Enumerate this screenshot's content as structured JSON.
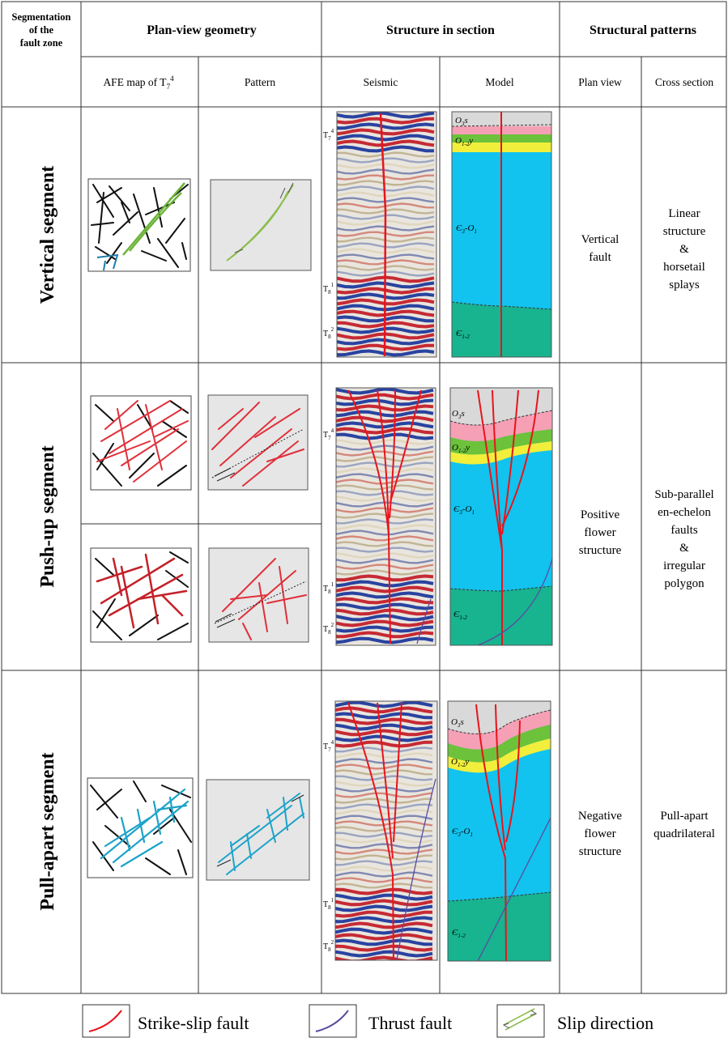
{
  "header": {
    "segmentation": [
      "Segmentation",
      "of the",
      "fault zone"
    ],
    "plan_view_geometry": "Plan-view geometry",
    "structure_in_section": "Structure in section",
    "structural_patterns": "Structural patterns",
    "afe_map_prefix": "AFE map of T",
    "afe_map_sub": "7",
    "afe_map_sup": "4",
    "pattern": "Pattern",
    "seismic": "Seismic",
    "model": "Model",
    "plan_view": "Plan view",
    "cross_section": "Cross section"
  },
  "segments": [
    {
      "name": "Vertical segment",
      "plan_view": [
        "Vertical",
        "fault"
      ],
      "cross_section": [
        "Linear",
        "structure",
        "&",
        "horsetail",
        "splays"
      ]
    },
    {
      "name": "Push-up segment",
      "plan_view": [
        "Positive",
        "flower",
        "structure"
      ],
      "cross_section": [
        "Sub-parallel",
        "en-echelon",
        "faults",
        "&",
        "irregular",
        "polygon"
      ]
    },
    {
      "name": "Pull-apart segment",
      "plan_view": [
        "Negative",
        "flower",
        "structure"
      ],
      "cross_section": [
        "Pull-apart",
        "quadrilateral"
      ]
    }
  ],
  "horizons": {
    "t7": "T",
    "t7_sub": "7",
    "t7_sup": "4",
    "t8": "T",
    "t8_sub": "8",
    "t8_sup1": "1",
    "t8_sup2": "2"
  },
  "model_labels": {
    "o3s": "O",
    "o3s_sub": "3",
    "o3s_suffix": "s",
    "o12y": "O",
    "o12y_sub": "1-2",
    "o12y_suffix": "y",
    "e3o1": "Є",
    "e3o1_sub": "3",
    "e3o1_mid": "-O",
    "e3o1_sub2": "1",
    "e12": "Є",
    "e12_sub": "1-2"
  },
  "legend": {
    "strike_slip": "Strike-slip fault",
    "thrust": "Thrust fault",
    "slip": "Slip direction"
  },
  "colors": {
    "strike_slip": "#e8141c",
    "thrust": "#5b4aa0",
    "slip": "#8bbd4a",
    "pink": "#f6a0b5",
    "green_layer": "#6cc23a",
    "yellow": "#f1ee3c",
    "cyan": "#11c3ee",
    "teal": "#18b38f",
    "gray_top": "#d9d9d9",
    "afe_green": "#6cb33a",
    "afe_blue": "#1d9ed3"
  }
}
